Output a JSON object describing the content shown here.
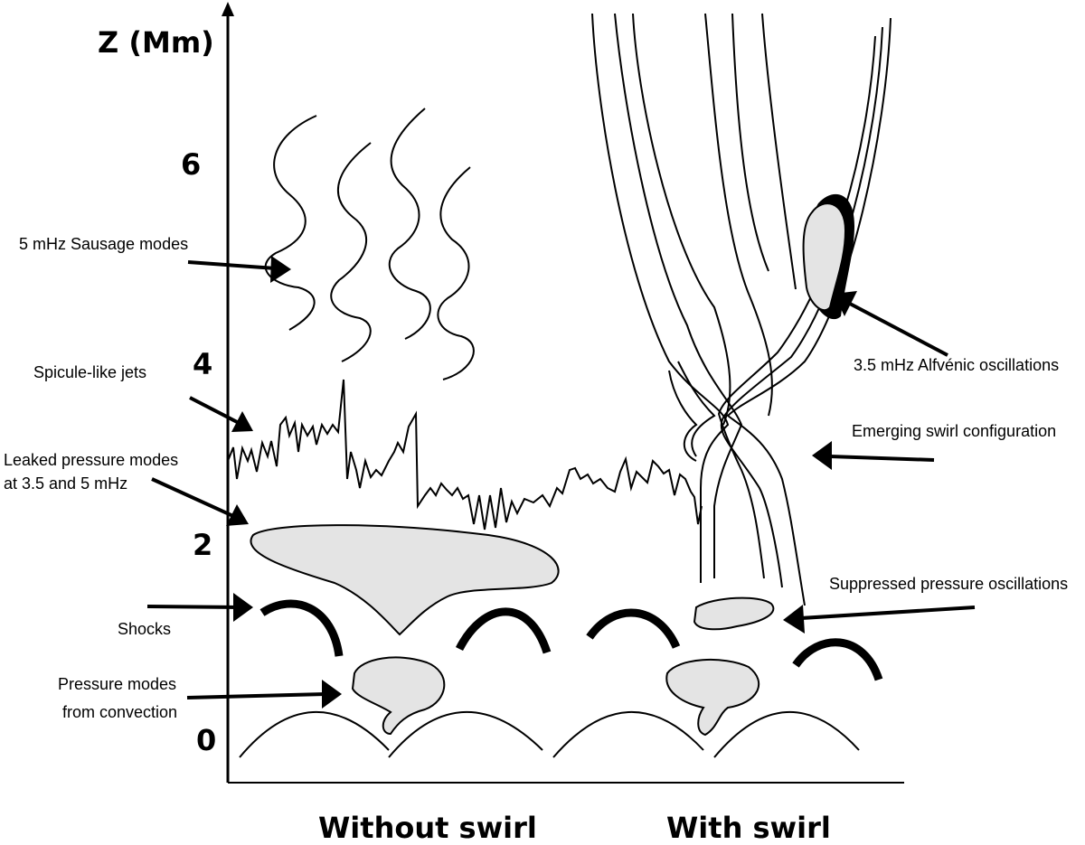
{
  "axis": {
    "title": "Z (Mm)",
    "ticks": [
      "0",
      "2",
      "4",
      "6"
    ]
  },
  "labels": {
    "sausage": "5 mHz Sausage modes",
    "spicule": "Spicule-like jets",
    "leaked_line1": "Leaked pressure modes",
    "leaked_line2": "at 3.5 and 5 mHz",
    "shocks": "Shocks",
    "pressure_line1": "Pressure modes",
    "pressure_line2": "from convection",
    "alfvenic": "3.5 mHz Alfvénic  oscillations",
    "emerging": "Emerging swirl configuration",
    "suppressed": "Suppressed pressure oscillations"
  },
  "panels": {
    "left": "Without swirl",
    "right": "With swirl"
  },
  "colors": {
    "ink": "#000000",
    "blob_fill": "#e4e4e4",
    "background": "#ffffff"
  }
}
